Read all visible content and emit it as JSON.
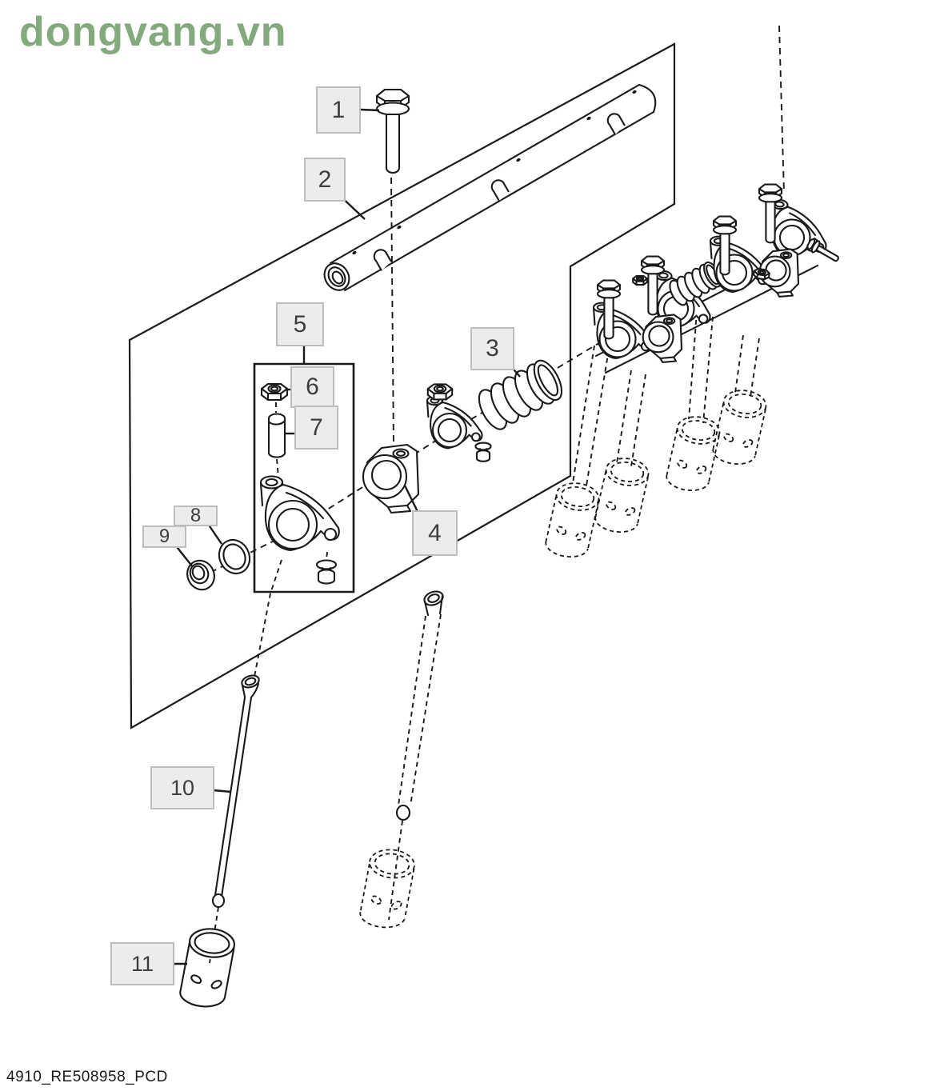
{
  "watermark": {
    "text": "dongvang.vn",
    "color": "#83aa7c"
  },
  "footer": {
    "code": "4910_RE508958_PCD"
  },
  "callouts": [
    {
      "label": "1"
    },
    {
      "label": "2"
    },
    {
      "label": "3"
    },
    {
      "label": "4"
    },
    {
      "label": "5"
    },
    {
      "label": "6"
    },
    {
      "label": "7"
    },
    {
      "label": "8"
    },
    {
      "label": "9"
    },
    {
      "label": "10"
    },
    {
      "label": "11"
    }
  ],
  "colors": {
    "line": "#1a1a1a",
    "callout_fill": "#ececec",
    "callout_border": "#bdbdbd",
    "label_text": "#3d3d3d",
    "background": "#ffffff"
  }
}
